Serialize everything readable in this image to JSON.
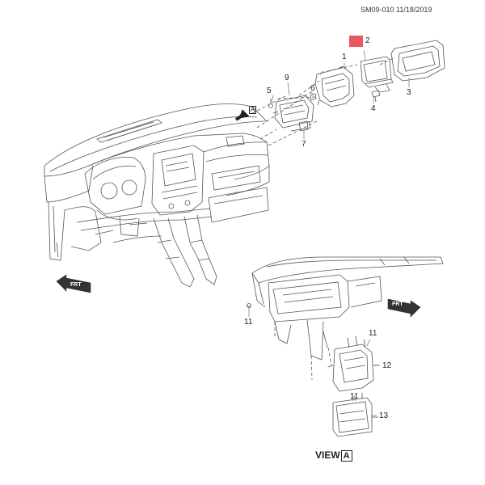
{
  "document_code": "SM09-010 11/18/2019",
  "view_label": "VIEW",
  "view_letter": "A",
  "view_marker": "A",
  "forward_arrow_label": "FRT",
  "highlight_color": "#e8595c",
  "callouts": [
    {
      "id": "1",
      "text": "1"
    },
    {
      "id": "2",
      "text": "2"
    },
    {
      "id": "3",
      "text": "3"
    },
    {
      "id": "4",
      "text": "4"
    },
    {
      "id": "5",
      "text": "5"
    },
    {
      "id": "6",
      "text": "6"
    },
    {
      "id": "7",
      "text": "7"
    },
    {
      "id": "9",
      "text": "9"
    },
    {
      "id": "11a",
      "text": "11"
    },
    {
      "id": "11b",
      "text": "11"
    },
    {
      "id": "11c",
      "text": "11"
    },
    {
      "id": "12",
      "text": "12"
    },
    {
      "id": "13",
      "text": "13"
    }
  ]
}
